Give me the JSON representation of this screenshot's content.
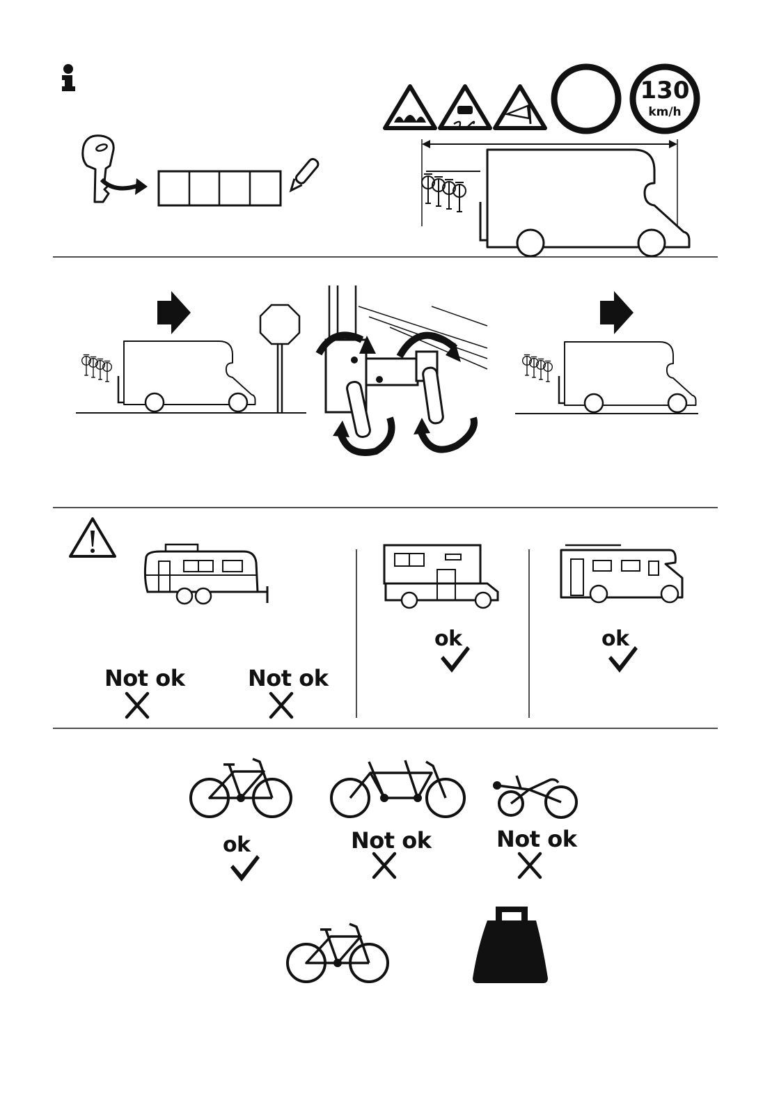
{
  "speed_sign": {
    "value": "130",
    "unit": "km/h"
  },
  "statuses": {
    "trailer_left": "Not ok",
    "trailer_right": "Not ok",
    "alcove_camper": "ok",
    "motorhome": "ok",
    "standard_bike": "ok",
    "tandem_bike": "Not ok",
    "recumbent_bike": "Not ok"
  },
  "icons": [
    "info-icon",
    "key-icon",
    "pen-icon",
    "warning-icon",
    "check-icon",
    "cross-icon",
    "weight-icon"
  ]
}
